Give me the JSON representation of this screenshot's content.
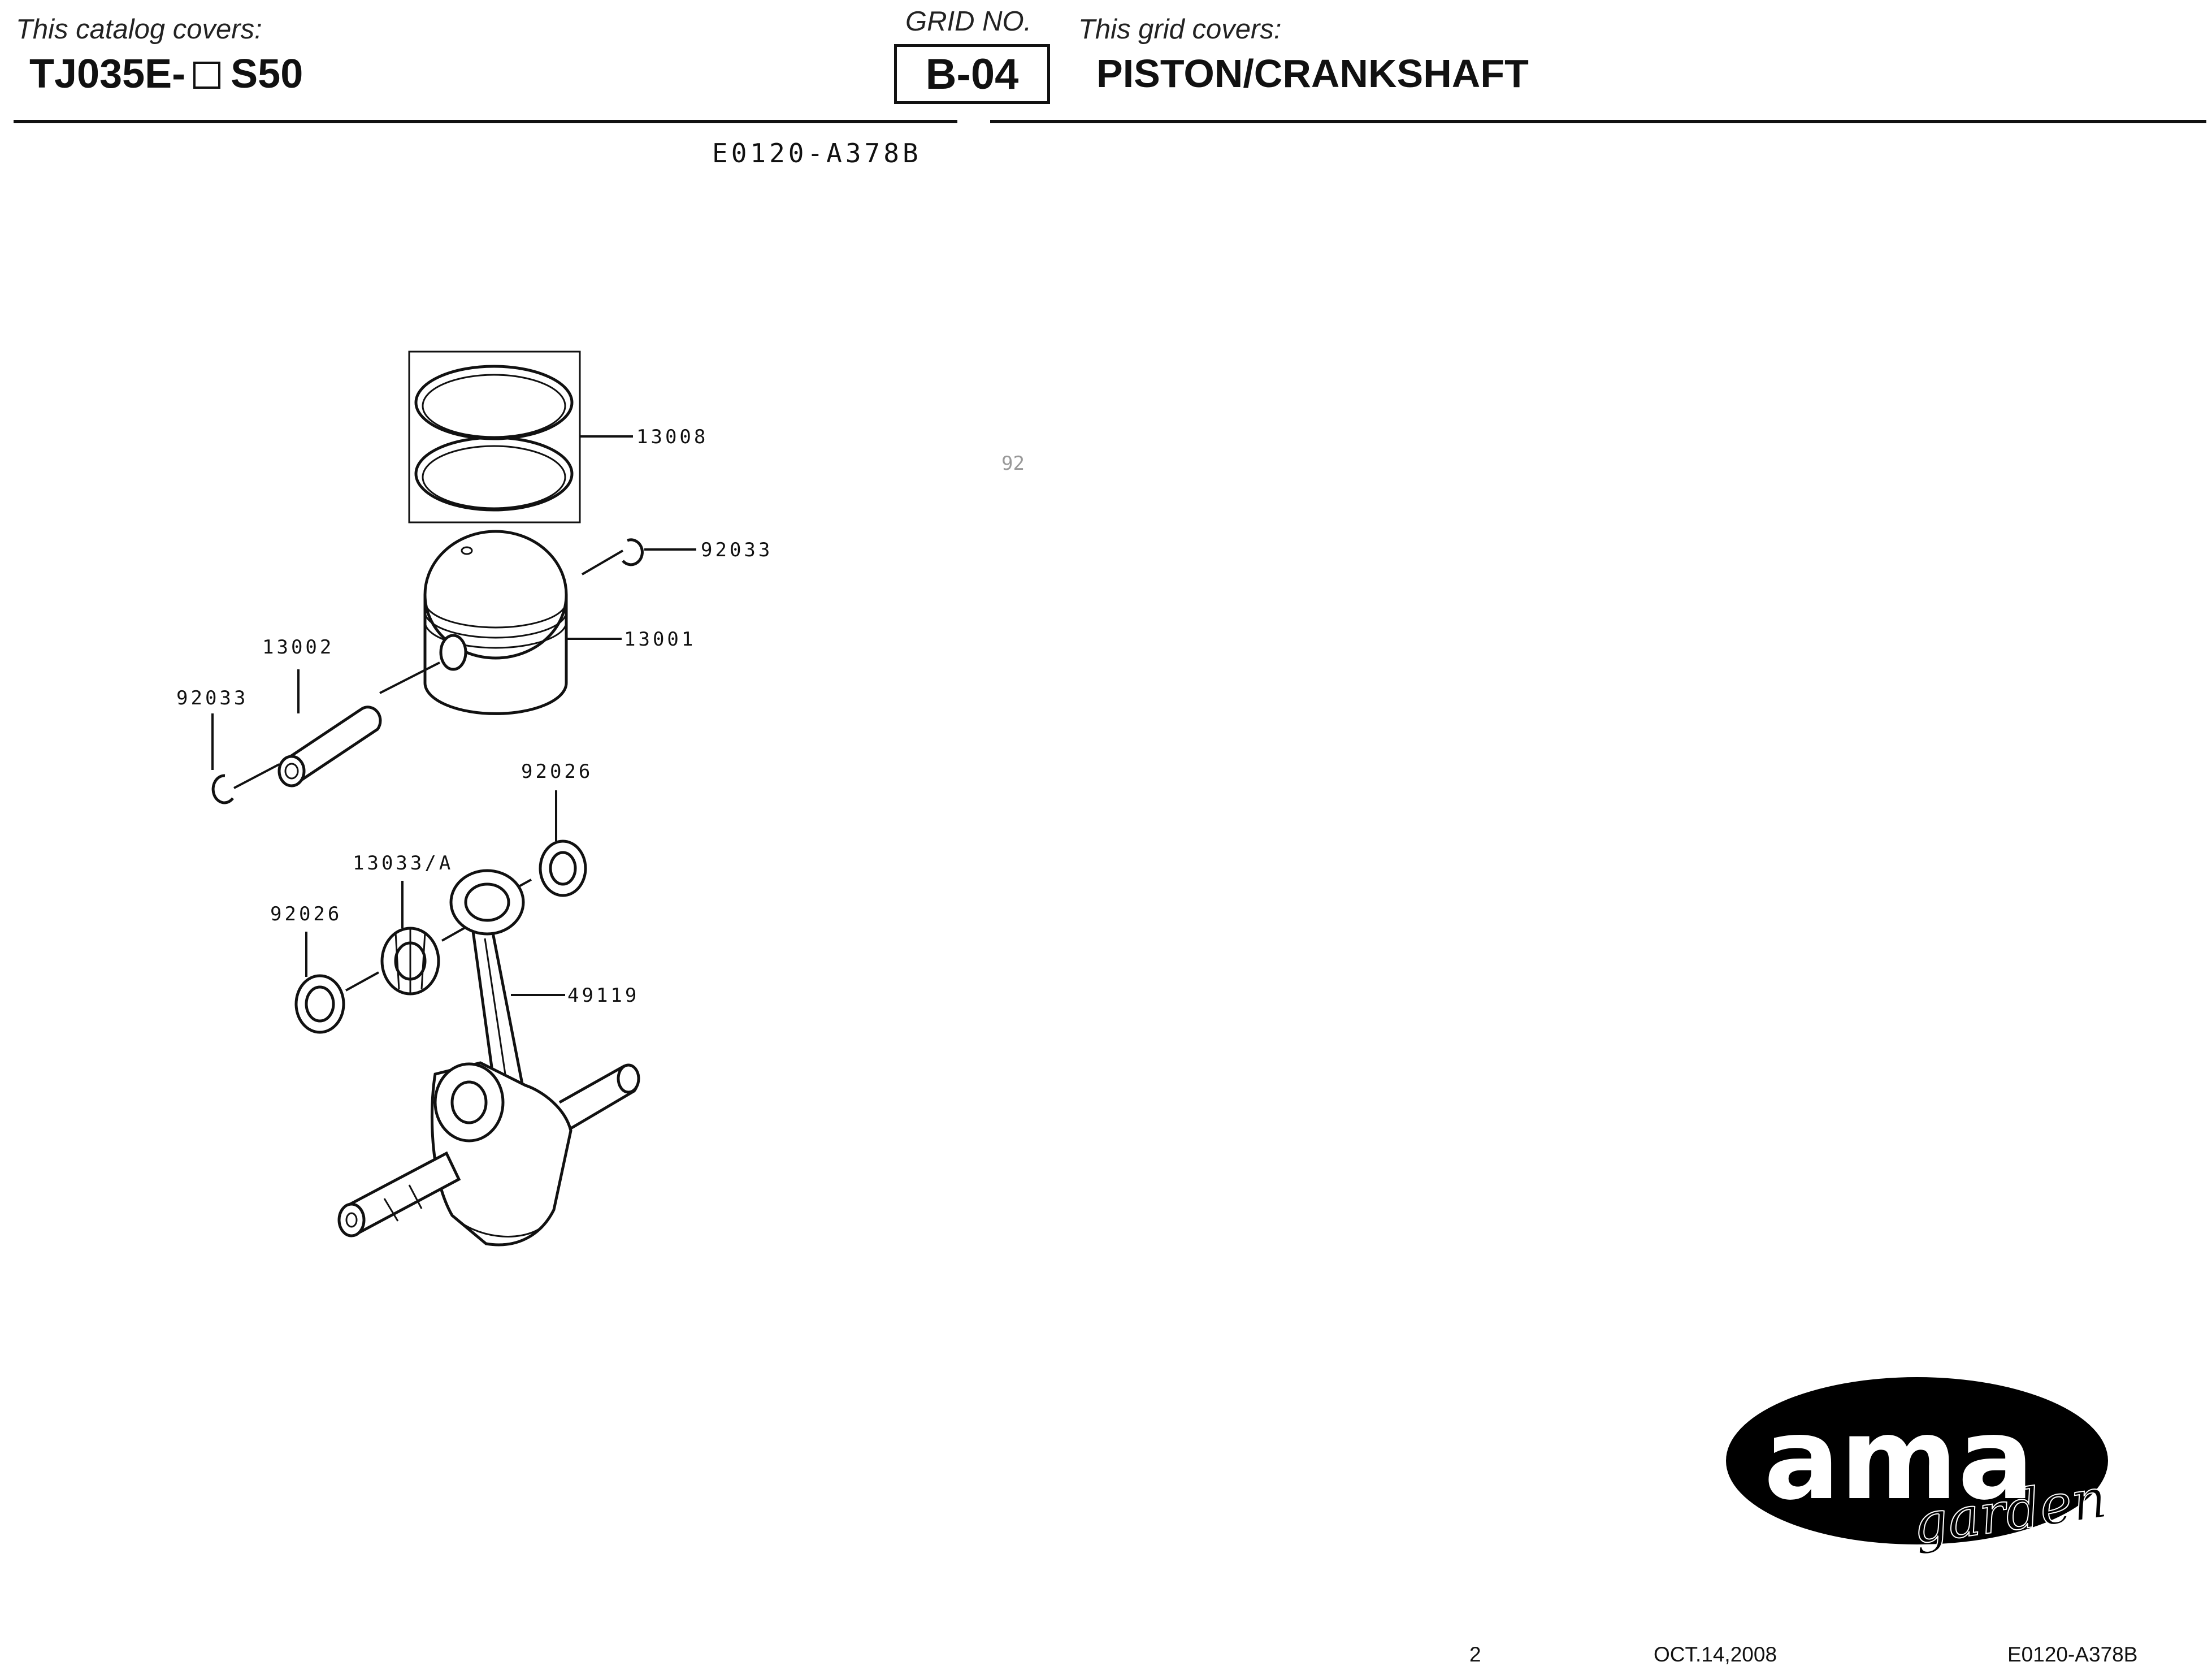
{
  "header": {
    "catalog_label": "This catalog covers:",
    "model_prefix": "TJ035E-",
    "model_suffix": "S50",
    "grid_label": "GRID NO.",
    "grid_number": "B-04",
    "covers_label": "This grid covers:",
    "covers_title": "PISTON/CRANKSHAFT"
  },
  "catalog_code": "E0120-A378B",
  "stray_text": "92",
  "parts": [
    {
      "number": "13008"
    },
    {
      "number": "92033"
    },
    {
      "number": "13001"
    },
    {
      "number": "13002"
    },
    {
      "number": "92033"
    },
    {
      "number": "92026"
    },
    {
      "number": "13033/A"
    },
    {
      "number": "92026"
    },
    {
      "number": "49119"
    }
  ],
  "logo": {
    "brand": "ama",
    "sub": "garden"
  },
  "footer": {
    "page": "2",
    "date": "OCT.14,2008",
    "code": "E0120-A378B"
  }
}
